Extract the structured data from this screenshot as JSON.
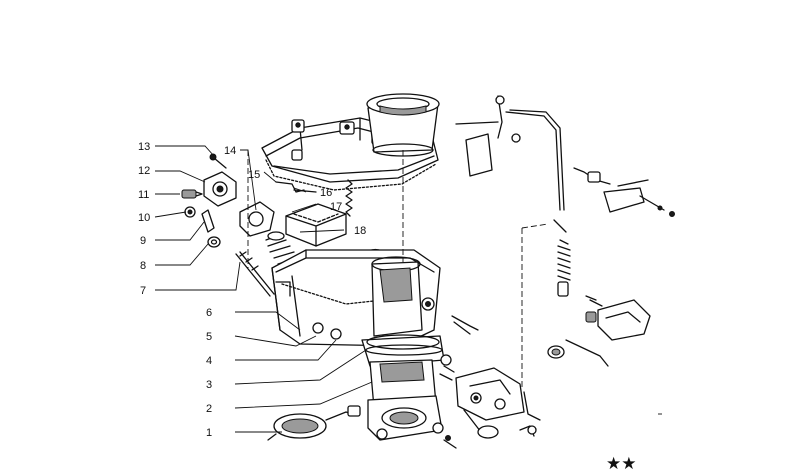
{
  "callouts": {
    "c1": "1",
    "c2": "2",
    "c3": "3",
    "c4": "4",
    "c5": "5",
    "c6": "6",
    "c7": "7",
    "c8": "8",
    "c9": "9",
    "c10": "10",
    "c11": "11",
    "c12": "12",
    "c13": "13",
    "c14": "14",
    "c15": "15",
    "c16": "16",
    "c17": "17",
    "c18": "18"
  },
  "footer": {
    "stars": "★★"
  }
}
